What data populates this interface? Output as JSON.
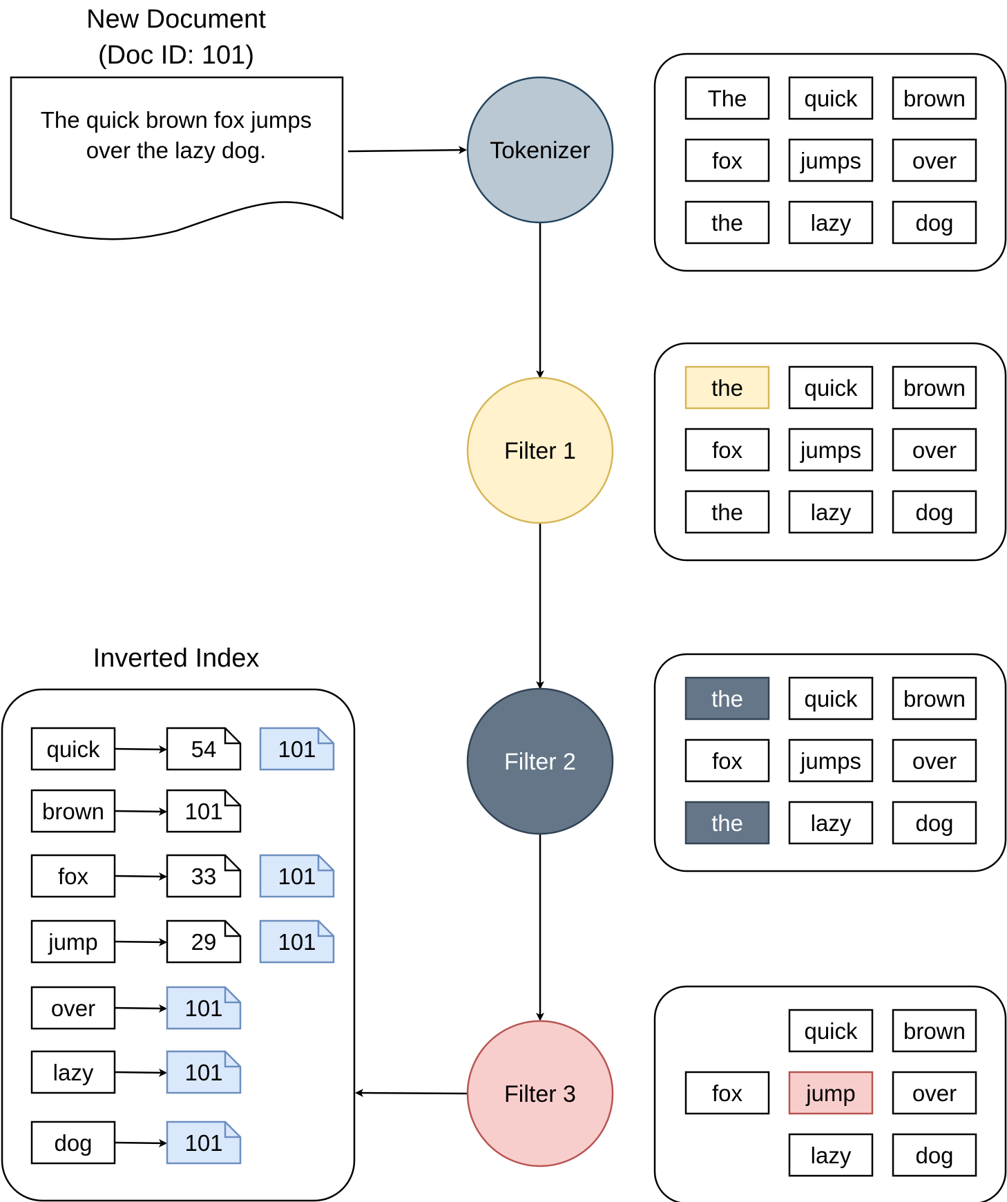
{
  "document": {
    "title_line1": "New Document",
    "title_line2": "(Doc ID: 101)",
    "text_line1": "The quick brown fox jumps",
    "text_line2": "over the lazy dog."
  },
  "stages": [
    {
      "label": "Tokenizer",
      "fill": "#bac8d3",
      "stroke": "#23445d",
      "text_color": "#000000"
    },
    {
      "label": "Filter 1",
      "fill": "#fff2cc",
      "stroke": "#d6b656",
      "text_color": "#000000"
    },
    {
      "label": "Filter 2",
      "fill": "#647687",
      "stroke": "#314354",
      "text_color": "#ffffff"
    },
    {
      "label": "Filter 3",
      "fill": "#f8cecc",
      "stroke": "#b85450",
      "text_color": "#000000"
    }
  ],
  "token_panels": [
    {
      "rows": [
        [
          {
            "text": "The"
          },
          {
            "text": "quick"
          },
          {
            "text": "brown"
          }
        ],
        [
          {
            "text": "fox"
          },
          {
            "text": "jumps"
          },
          {
            "text": "over"
          }
        ],
        [
          {
            "text": "the"
          },
          {
            "text": "lazy"
          },
          {
            "text": "dog"
          }
        ]
      ]
    },
    {
      "rows": [
        [
          {
            "text": "the",
            "style": "yellow"
          },
          {
            "text": "quick"
          },
          {
            "text": "brown"
          }
        ],
        [
          {
            "text": "fox"
          },
          {
            "text": "jumps"
          },
          {
            "text": "over"
          }
        ],
        [
          {
            "text": "the"
          },
          {
            "text": "lazy"
          },
          {
            "text": "dog"
          }
        ]
      ]
    },
    {
      "rows": [
        [
          {
            "text": "the",
            "style": "dark"
          },
          {
            "text": "quick"
          },
          {
            "text": "brown"
          }
        ],
        [
          {
            "text": "fox"
          },
          {
            "text": "jumps"
          },
          {
            "text": "over"
          }
        ],
        [
          {
            "text": "the",
            "style": "dark"
          },
          {
            "text": "lazy"
          },
          {
            "text": "dog"
          }
        ]
      ]
    },
    {
      "rows": [
        [
          null,
          {
            "text": "quick"
          },
          {
            "text": "brown"
          }
        ],
        [
          {
            "text": "fox"
          },
          {
            "text": "jump",
            "style": "red"
          },
          {
            "text": "over"
          }
        ],
        [
          null,
          {
            "text": "lazy"
          },
          {
            "text": "dog"
          }
        ]
      ]
    }
  ],
  "token_styles": {
    "plain": {
      "fill": "#ffffff",
      "stroke": "#000000",
      "text": "#000000"
    },
    "yellow": {
      "fill": "#fff2cc",
      "stroke": "#d6b656",
      "text": "#000000"
    },
    "dark": {
      "fill": "#647687",
      "stroke": "#314354",
      "text": "#ffffff"
    },
    "red": {
      "fill": "#f8cecc",
      "stroke": "#b85450",
      "text": "#000000"
    }
  },
  "index": {
    "title": "Inverted Index",
    "entries": [
      {
        "term": "quick",
        "postings": [
          {
            "id": "54"
          },
          {
            "id": "101",
            "new": true
          }
        ]
      },
      {
        "term": "brown",
        "postings": [
          {
            "id": "101"
          }
        ]
      },
      {
        "term": "fox",
        "postings": [
          {
            "id": "33"
          },
          {
            "id": "101",
            "new": true
          }
        ]
      },
      {
        "term": "jump",
        "postings": [
          {
            "id": "29"
          },
          {
            "id": "101",
            "new": true
          }
        ]
      },
      {
        "term": "over",
        "postings": [
          {
            "id": "101",
            "new": true
          }
        ]
      },
      {
        "term": "lazy",
        "postings": [
          {
            "id": "101",
            "new": true
          }
        ]
      },
      {
        "term": "dog",
        "postings": [
          {
            "id": "101",
            "new": true
          }
        ]
      }
    ]
  },
  "colors": {
    "new_posting_fill": "#dae8fc",
    "new_posting_stroke": "#6c8ebf",
    "line": "#000000"
  }
}
